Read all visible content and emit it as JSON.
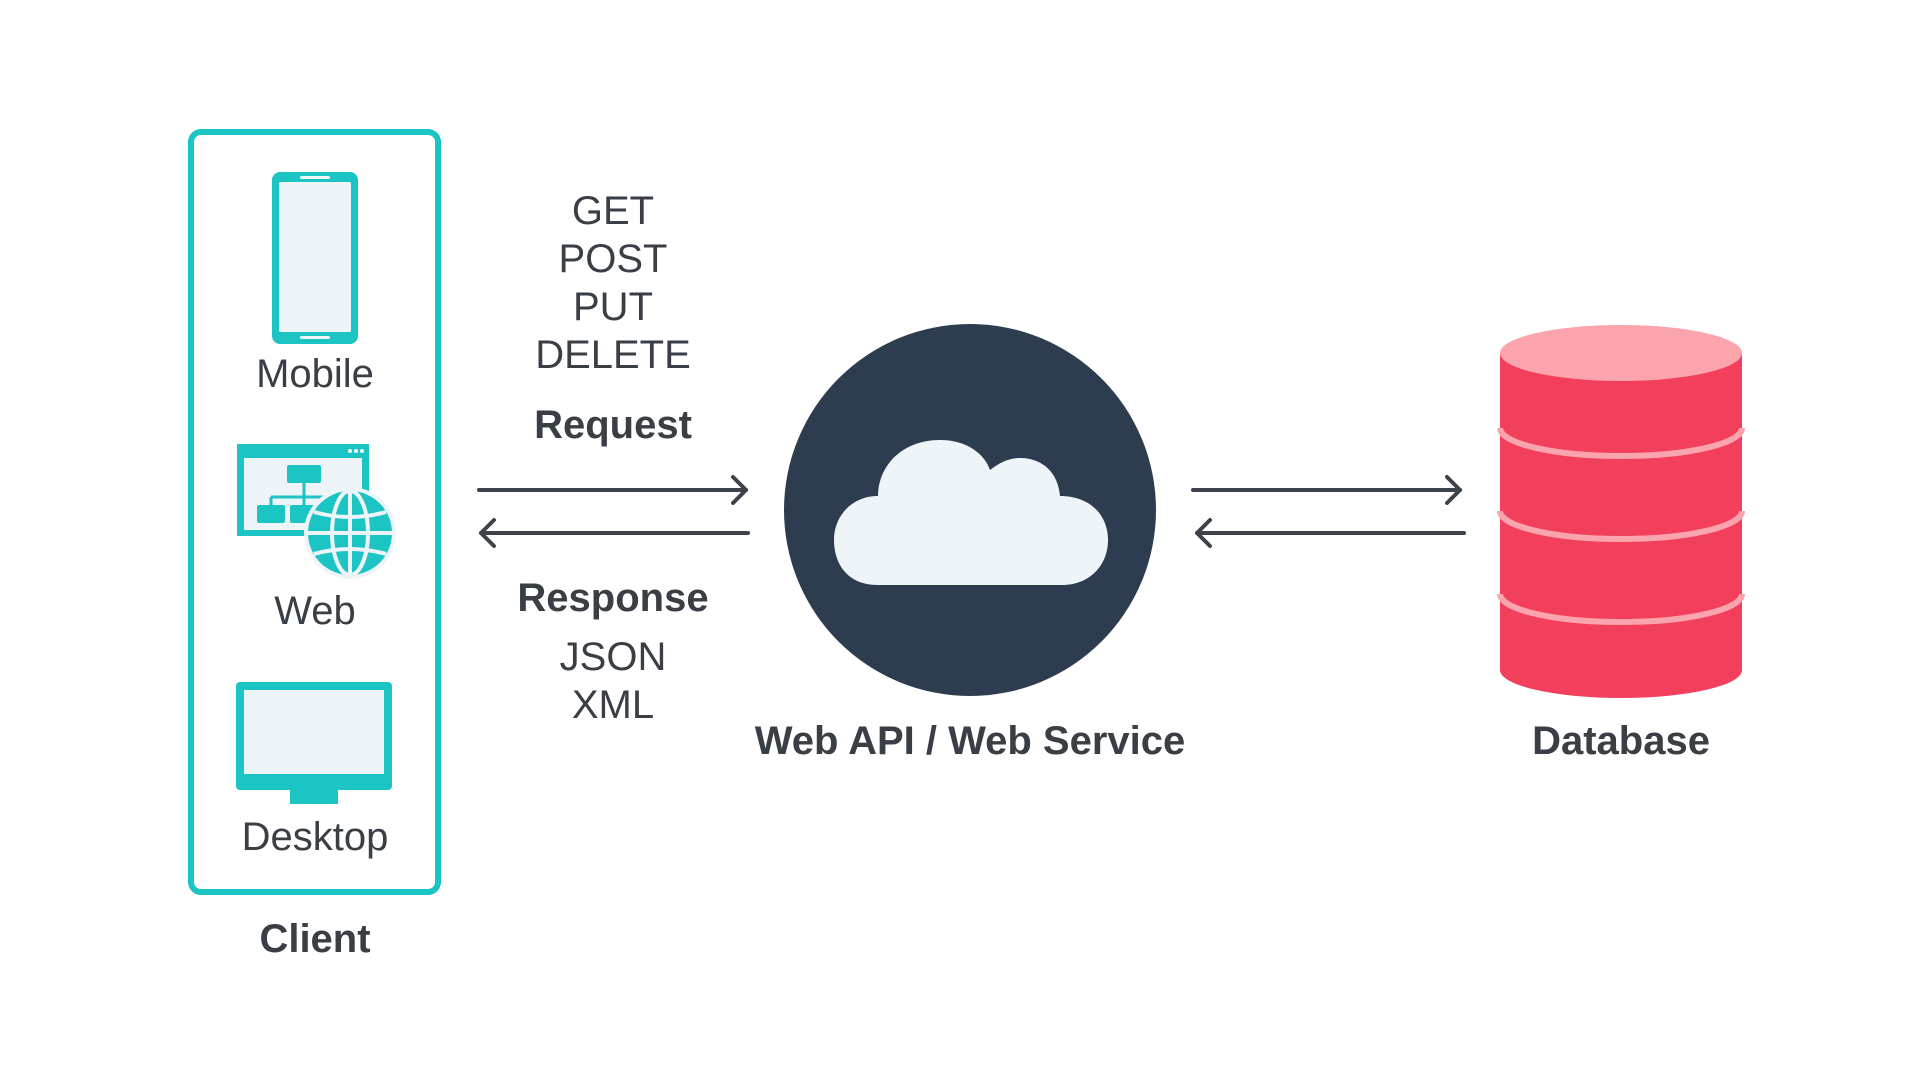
{
  "client": {
    "title": "Client",
    "items": [
      {
        "label": "Mobile",
        "icon": "mobile-phone-icon"
      },
      {
        "label": "Web",
        "icon": "web-sitemap-globe-icon"
      },
      {
        "label": "Desktop",
        "icon": "desktop-monitor-icon"
      }
    ]
  },
  "request": {
    "methods": [
      "GET",
      "POST",
      "PUT",
      "DELETE"
    ],
    "label": "Request"
  },
  "response": {
    "label": "Response",
    "formats": [
      "JSON",
      "XML"
    ]
  },
  "service": {
    "label": "Web API / Web Service",
    "icon": "cloud-icon"
  },
  "database": {
    "label": "Database",
    "icon": "database-cylinder-icon"
  },
  "colors": {
    "accent_teal": "#1dc4c4",
    "teal_light": "#eef5f8",
    "cloud_circle": "#2e3c4f",
    "cloud_fill": "#eef5f8",
    "db_red": "#f2405c",
    "db_top": "#fba4ad",
    "db_band": "#fba4ad",
    "text": "#3a3f45",
    "arrow": "#3d434a"
  }
}
